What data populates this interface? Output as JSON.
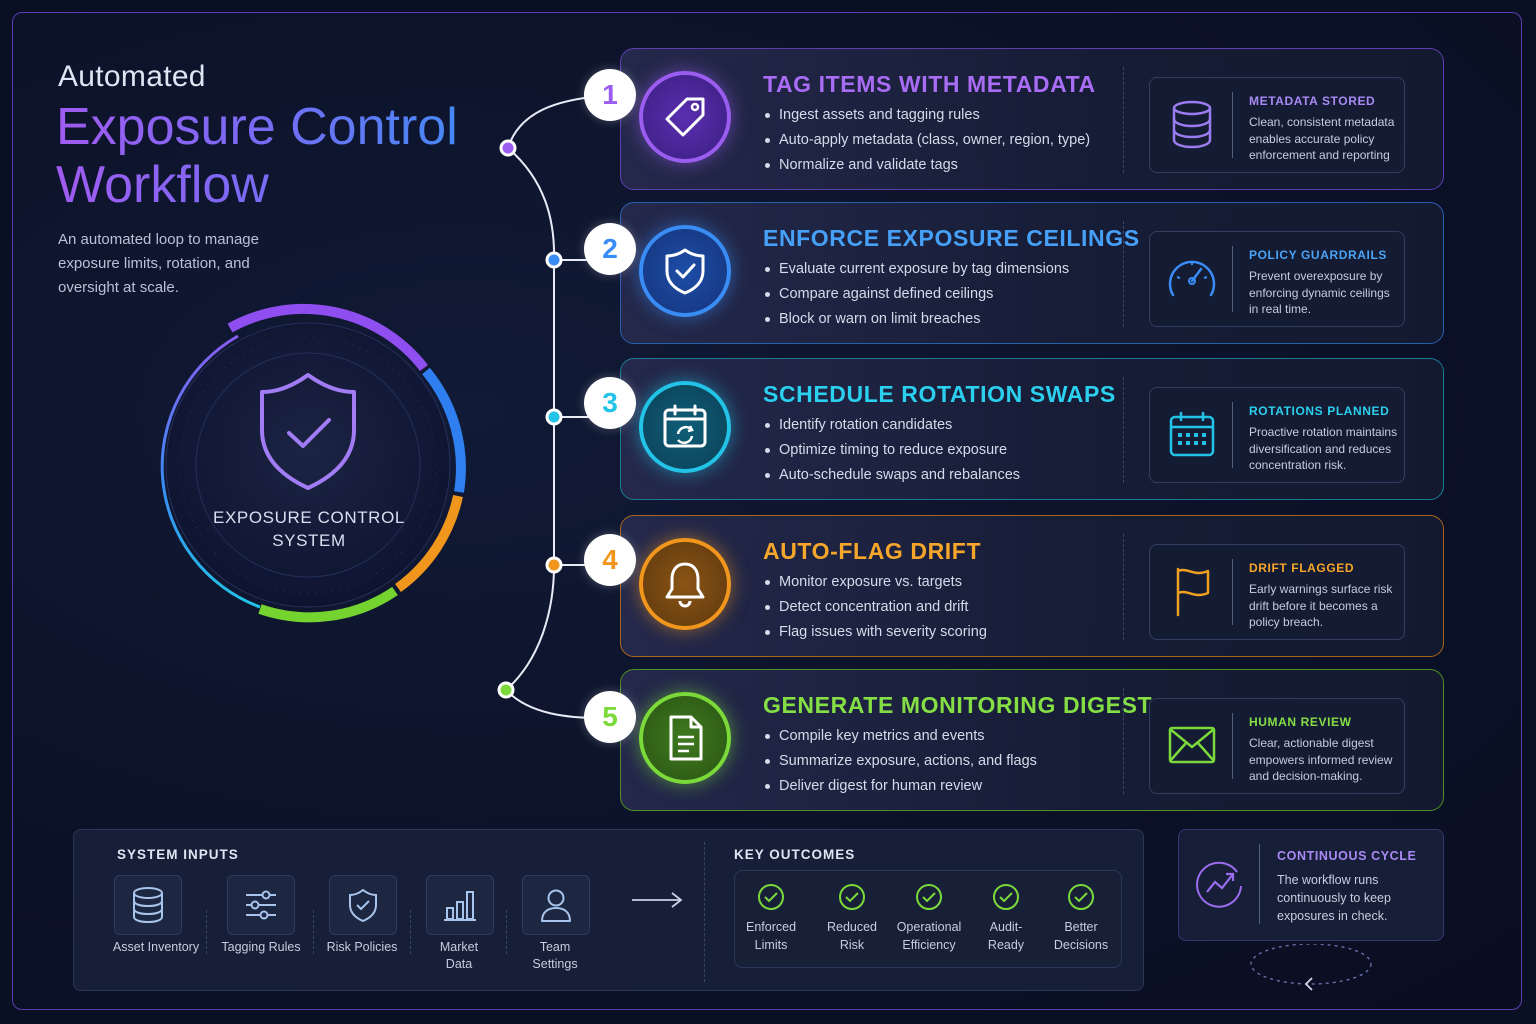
{
  "title": {
    "prefix": "Automated",
    "main": "Exposure Control Workflow",
    "description": "An automated loop to manage exposure limits, rotation, and oversight at scale."
  },
  "system": {
    "label_line1": "EXPOSURE CONTROL",
    "label_line2": "SYSTEM",
    "icon": "shield-check-icon"
  },
  "steps": [
    {
      "number": "1",
      "title": "TAG ITEMS WITH METADATA",
      "color": "#9b5cf0",
      "icon": "tag-icon",
      "bullets": [
        "Ingest assets and tagging rules",
        "Auto-apply metadata (class, owner, region, type)",
        "Normalize and validate tags"
      ],
      "side_title": "METADATA STORED",
      "side_icon": "database-icon",
      "side_text": "Clean, consistent metadata enables accurate policy enforcement and reporting"
    },
    {
      "number": "2",
      "title": "ENFORCE EXPOSURE CEILINGS",
      "color": "#3a8cf5",
      "icon": "shield-check-icon",
      "bullets": [
        "Evaluate current exposure by tag dimensions",
        "Compare against defined ceilings",
        "Block or warn on limit breaches"
      ],
      "side_title": "POLICY GUARDRAILS",
      "side_icon": "gauge-icon",
      "side_text": "Prevent overexposure by enforcing dynamic ceilings in real time."
    },
    {
      "number": "3",
      "title": "SCHEDULE ROTATION SWAPS",
      "color": "#22c3e6",
      "icon": "calendar-refresh-icon",
      "bullets": [
        "Identify rotation candidates",
        "Optimize timing to reduce exposure",
        "Auto-schedule swaps and rebalances"
      ],
      "side_title": "ROTATIONS PLANNED",
      "side_icon": "calendar-icon",
      "side_text": "Proactive rotation maintains diversification and reduces concentration risk."
    },
    {
      "number": "4",
      "title": "AUTO-FLAG DRIFT",
      "color": "#f0961c",
      "icon": "bell-icon",
      "bullets": [
        "Monitor exposure vs. targets",
        "Detect concentration and drift",
        "Flag issues with severity scoring"
      ],
      "side_title": "DRIFT FLAGGED",
      "side_icon": "flag-icon",
      "side_text": "Early warnings surface risk drift before it becomes a policy breach."
    },
    {
      "number": "5",
      "title": "GENERATE MONITORING DIGEST",
      "color": "#7bd93a",
      "icon": "document-icon",
      "bullets": [
        "Compile key metrics and events",
        "Summarize exposure, actions, and flags",
        "Deliver digest for human review"
      ],
      "side_title": "HUMAN REVIEW",
      "side_icon": "envelope-icon",
      "side_text": "Clear, actionable digest empowers informed review and decision-making."
    }
  ],
  "inputs": {
    "title": "SYSTEM INPUTS",
    "items": [
      {
        "label": "Asset Inventory",
        "icon": "database-icon"
      },
      {
        "label": "Tagging Rules",
        "icon": "sliders-icon"
      },
      {
        "label": "Risk Policies",
        "icon": "shield-check-icon"
      },
      {
        "label": "Market Data",
        "icon": "bar-chart-icon"
      },
      {
        "label": "Team Settings",
        "icon": "user-icon"
      }
    ]
  },
  "outcomes": {
    "title": "KEY OUTCOMES",
    "items": [
      {
        "label": "Enforced Limits"
      },
      {
        "label": "Reduced Risk"
      },
      {
        "label": "Operational Efficiency"
      },
      {
        "label": "Audit-Ready"
      },
      {
        "label": "Better Decisions"
      }
    ]
  },
  "cycle": {
    "title": "CONTINUOUS CYCLE",
    "text": "The workflow runs continuously to keep exposures in check.",
    "icon": "trend-up-icon"
  },
  "colors": {
    "purple": "#9b5cf0",
    "blue": "#3a8cf5",
    "cyan": "#22c3e6",
    "orange": "#f0961c",
    "green": "#7bd93a"
  }
}
